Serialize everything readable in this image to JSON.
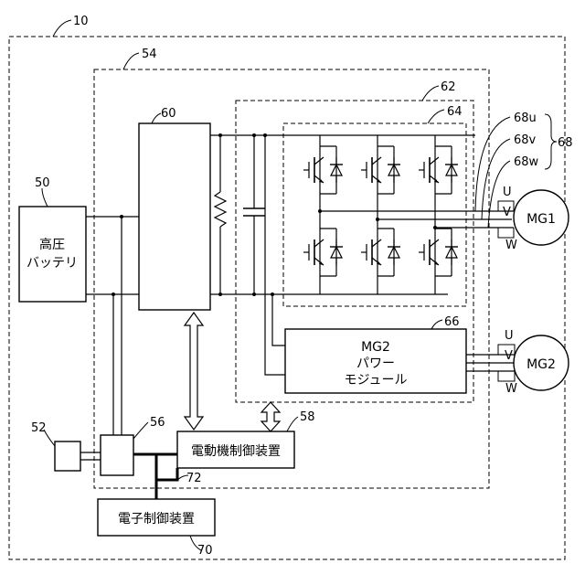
{
  "refs": {
    "system": "10",
    "battery": "50",
    "sensor": "52",
    "pcu": "54",
    "converter_unit": "56",
    "mg_ecu": "58",
    "boost_converter": "60",
    "inverter_mg1": "62",
    "switching_module": "64",
    "mg2_module": "66",
    "phase_wires": "68",
    "phase_u": "68u",
    "phase_v": "68v",
    "phase_w": "68w",
    "ecu": "70",
    "comm_line": "72"
  },
  "labels": {
    "battery_line1": "高圧",
    "battery_line2": "バッテリ",
    "mg2_line1": "MG2",
    "mg2_line2": "パワー",
    "mg2_line3": "モジュール",
    "mg_ecu": "電動機制御装置",
    "ecu": "電子制御装置",
    "mg1": "MG1",
    "mg2": "MG2"
  },
  "phases": {
    "u": "U",
    "v": "V",
    "w": "W"
  }
}
